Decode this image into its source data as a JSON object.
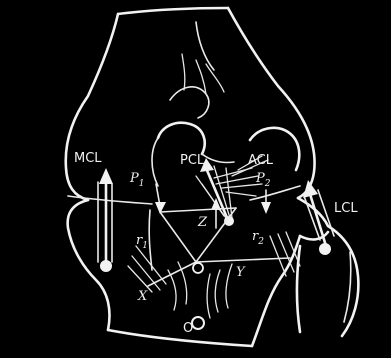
{
  "labels": {
    "mcl": "MCL",
    "pcl": "PCL",
    "acl": "ACL",
    "lcl": "LCL",
    "p1_main": "P",
    "p1_sub": "1",
    "p2_main": "P",
    "p2_sub": "2",
    "z": "Z",
    "r1_main": "r",
    "r1_sub": "1",
    "r2_main": "r",
    "r2_sub": "2",
    "x": "X",
    "y": "Y",
    "o": "O"
  },
  "colors": {
    "background": "#000000",
    "ink": "#f2f2f2"
  }
}
